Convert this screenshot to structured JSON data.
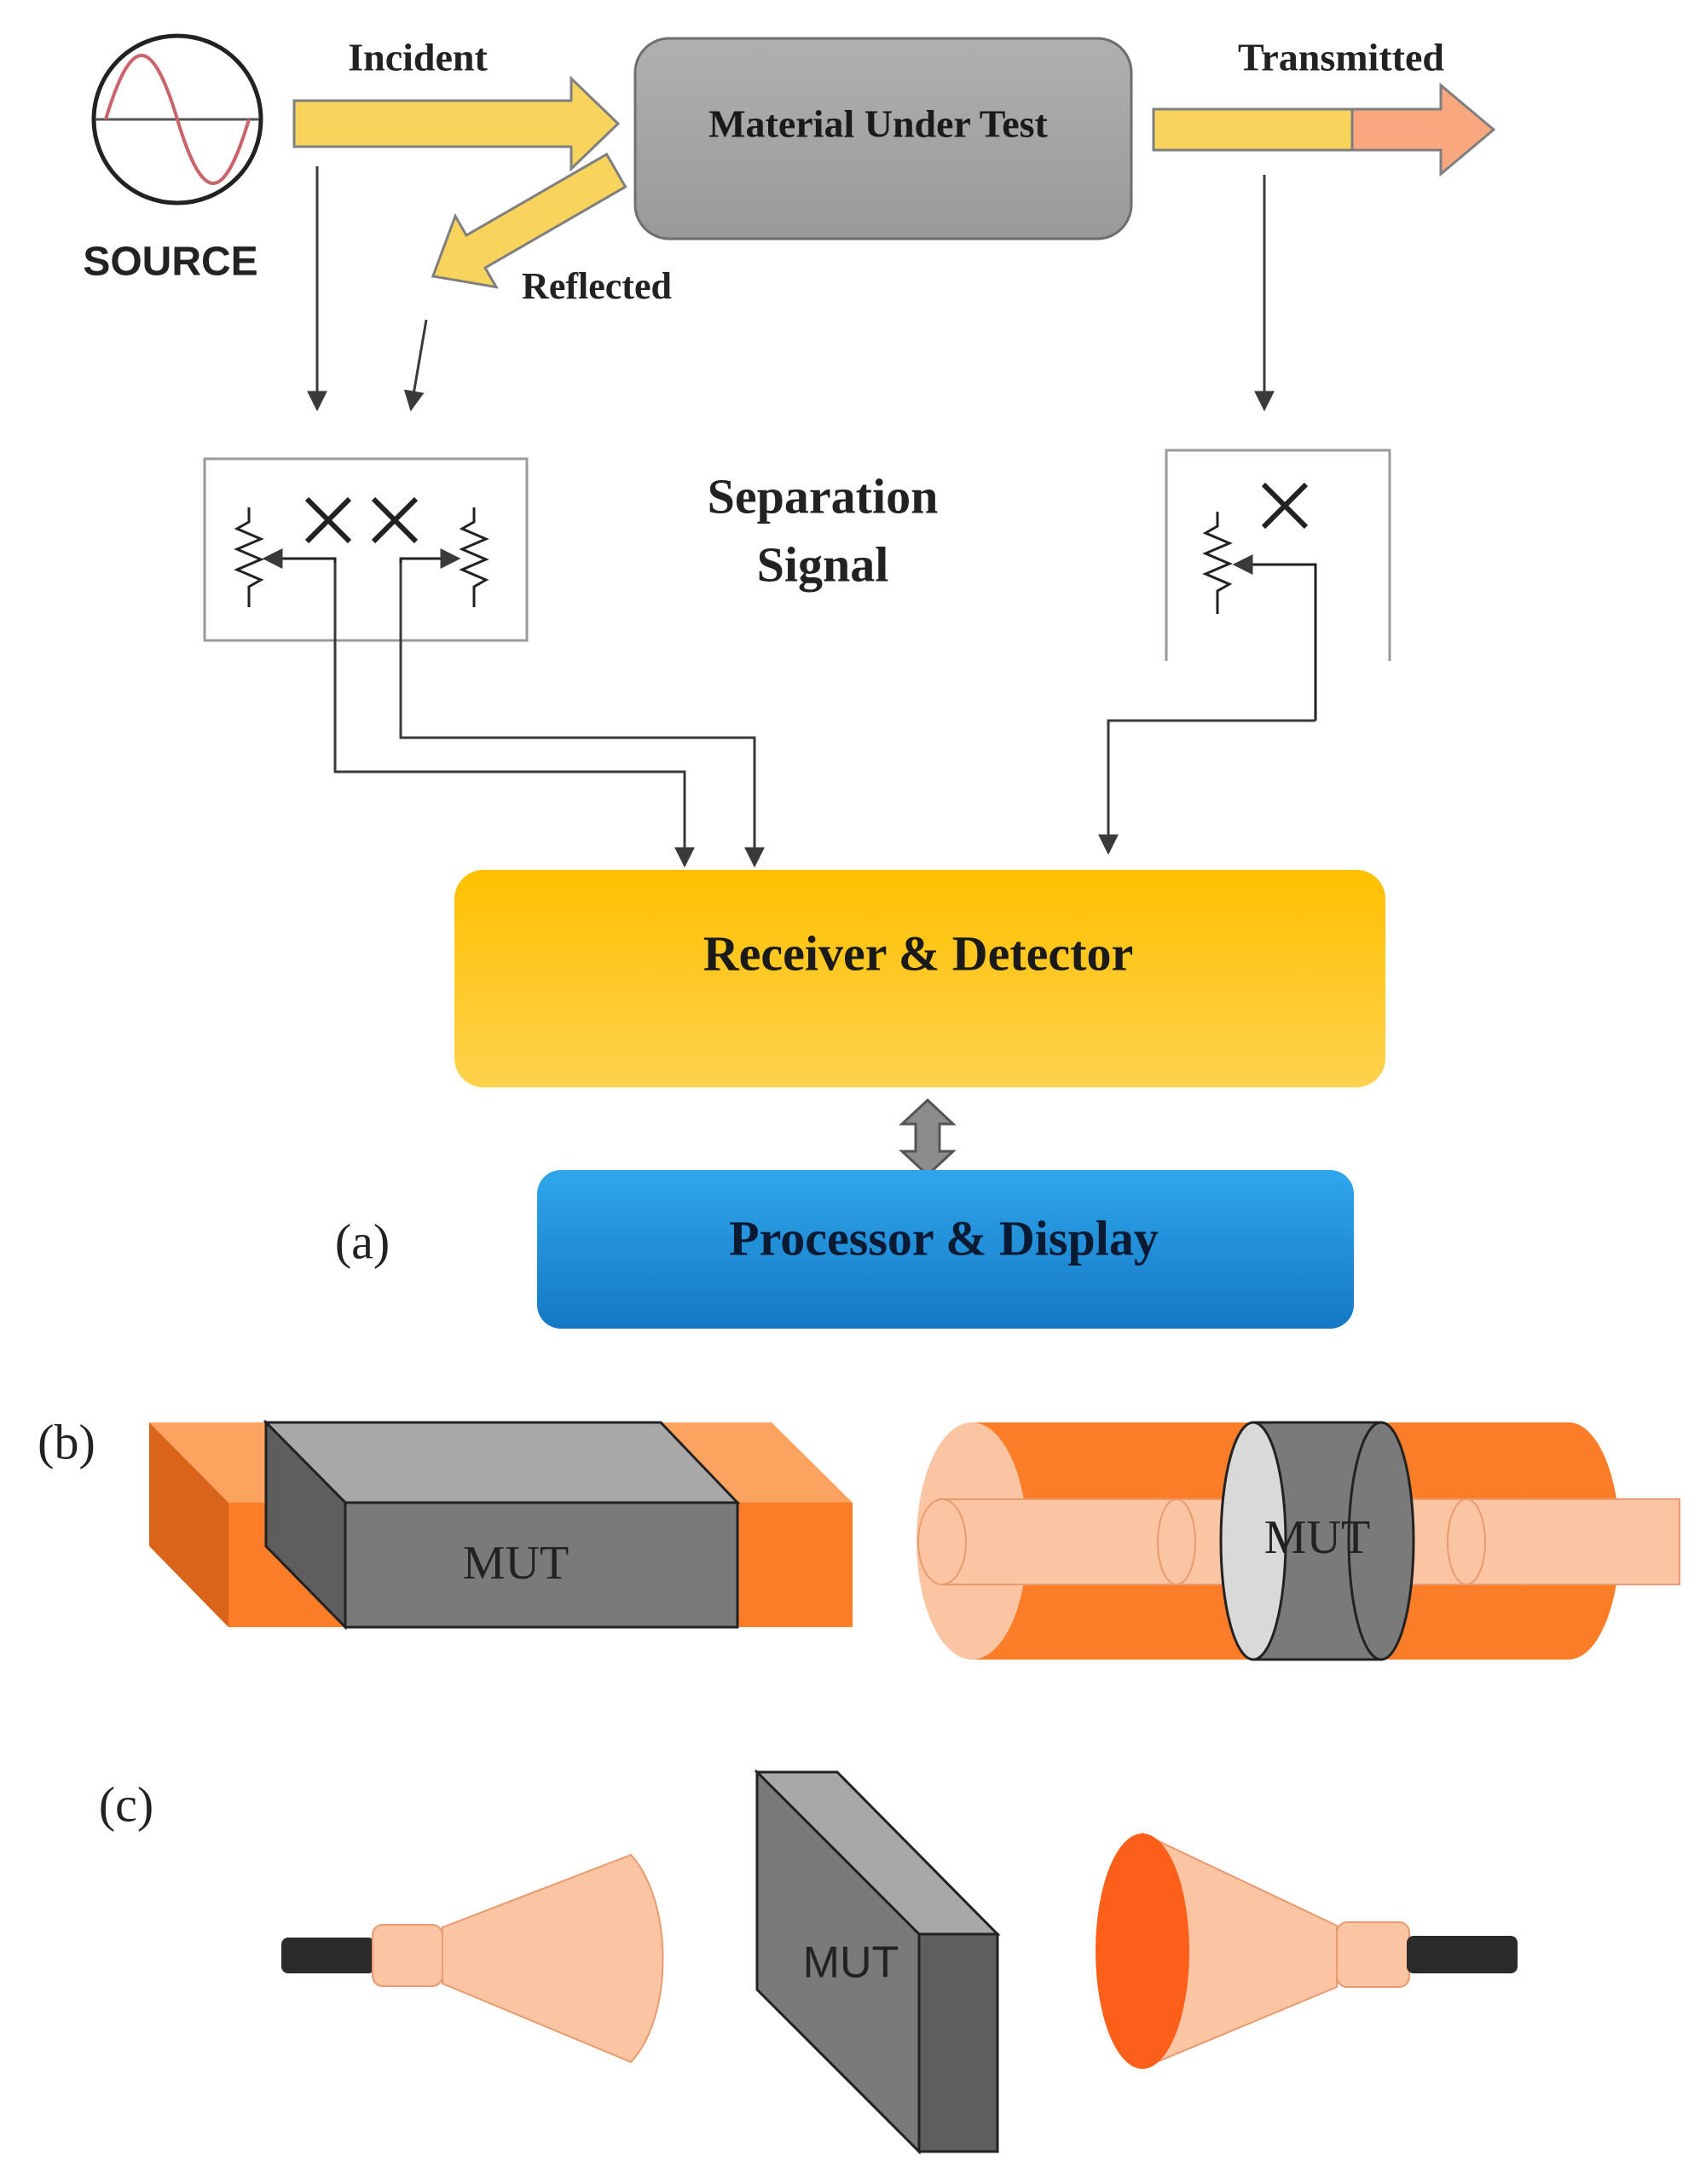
{
  "colors": {
    "arrow_yellow": "#F9D45C",
    "arrow_stroke": "#7F7F7F",
    "arrow_pink": "#F9A77F",
    "box_gray": "#A6A6A6",
    "receiver": "#FFC000",
    "processor": "#1F95DB",
    "orange": "#FB7D27",
    "orange_light": "#FBC4A2",
    "orange_dark": "#D9641A",
    "mut_front": "#7A7A7A",
    "mut_top": "#A8A8A8",
    "mut_side": "#5E5E5E",
    "line": "#3A3A3A"
  },
  "panel_a": {
    "label": "(a)",
    "source_label": "SOURCE",
    "incident_label": "Incident",
    "mut_box_label": "Material Under Test",
    "transmitted_label": "Transmitted",
    "reflected_label": "Reflected",
    "separation_line1": "Separation",
    "separation_line2": "Signal",
    "receiver_label": "Receiver & Detector",
    "processor_label": "Processor & Display"
  },
  "panel_b": {
    "label": "(b)",
    "waveguide_mut_label": "MUT",
    "coaxial_mut_label": "MUT"
  },
  "panel_c": {
    "label": "(c)",
    "free_space_mut_label": "MUT"
  }
}
